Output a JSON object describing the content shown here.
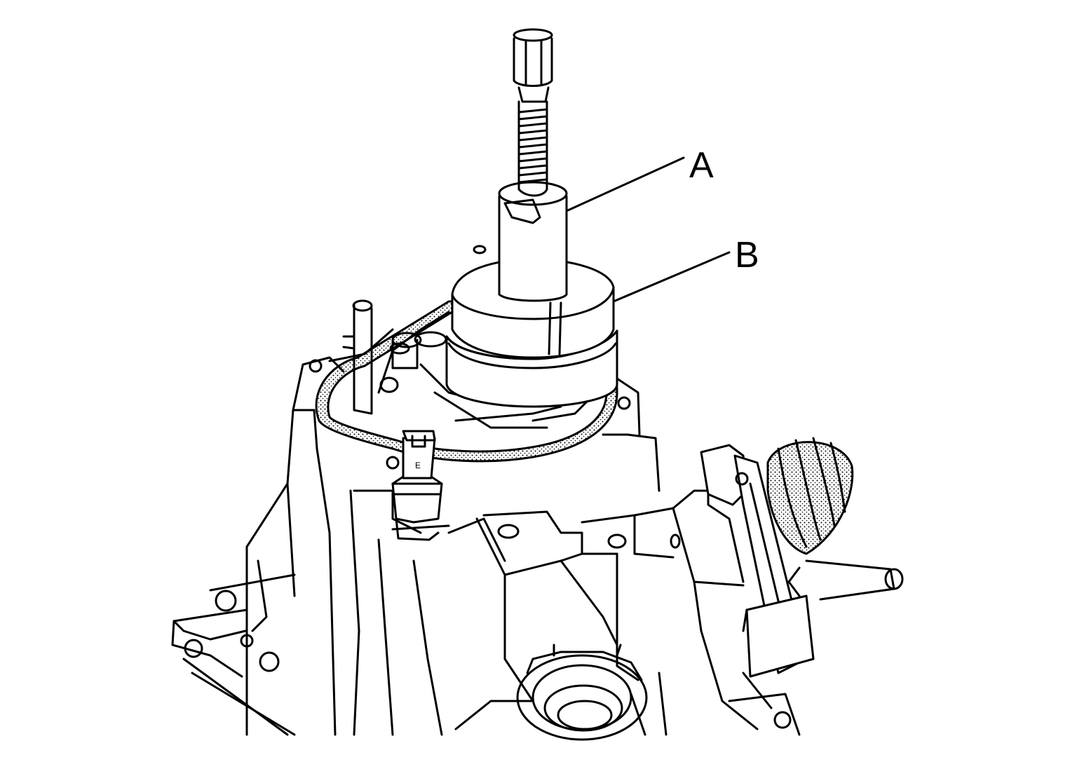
{
  "figure": {
    "callouts": [
      {
        "id": "A",
        "text": "A"
      },
      {
        "id": "B",
        "text": "B"
      }
    ],
    "sensor_mark": "E"
  },
  "style": {
    "ink": "#000000",
    "paper": "#ffffff",
    "stipple": "#000000"
  }
}
